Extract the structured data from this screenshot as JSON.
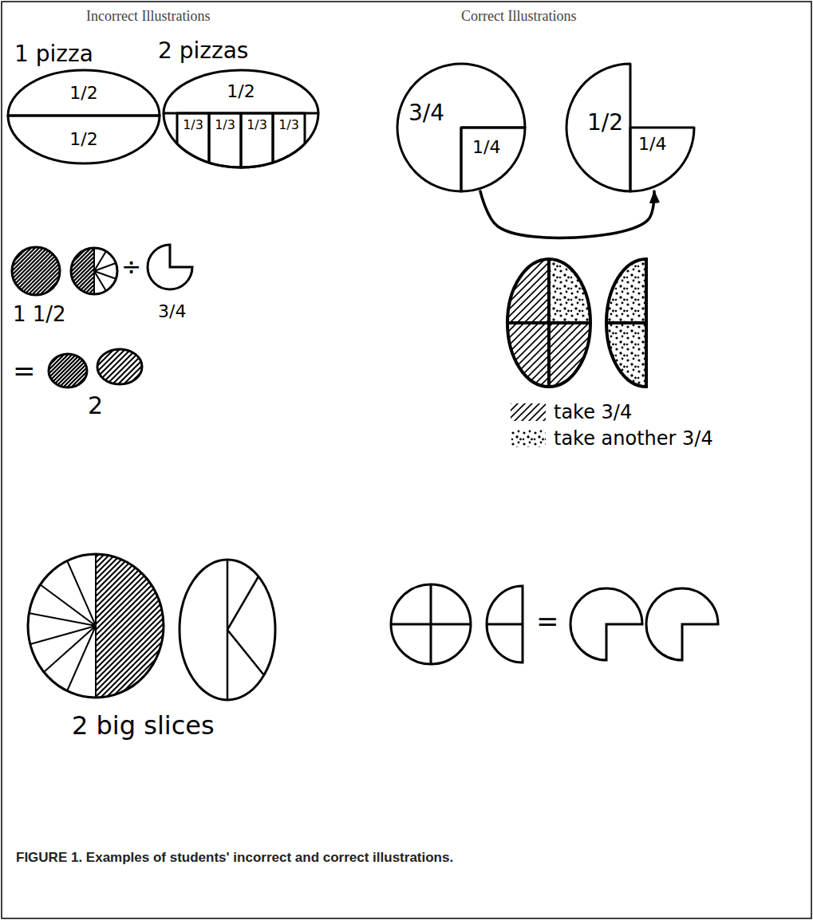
{
  "diagram": {
    "caption": "FIGURE 1. Examples of students' incorrect and correct illustrations.",
    "nodes": [
      {
        "text": [
          "1/2"
        ]
      },
      {
        "text": [
          "1/2"
        ]
      },
      {
        "text": [
          "1/2"
        ]
      },
      {
        "text": [
          "1/3"
        ]
      },
      {
        "text": [
          "1/3"
        ]
      },
      {
        "text": [
          "1/3"
        ]
      },
      {
        "text": [
          "1/3"
        ]
      },
      {
        "text": [
          "3/4"
        ]
      },
      {
        "text": [
          "1/4"
        ],
        "in": 7
      },
      {
        "text": [
          "1/2"
        ]
      },
      {
        "text": [
          "1/4"
        ]
      }
    ],
    "edges": [
      {
        "from": 8,
        "to": 10,
        "arrow": "to"
      }
    ],
    "labels": [
      "Incorrect Illustrations",
      "Correct Illustrations",
      "1 pizza",
      "2 pizzas",
      "1 1/2",
      "÷",
      "3/4",
      "=",
      "2",
      "2 big slices",
      "="
    ],
    "legend": [
      {
        "text": "take 3/4"
      },
      {
        "text": "take another 3/4"
      }
    ]
  }
}
